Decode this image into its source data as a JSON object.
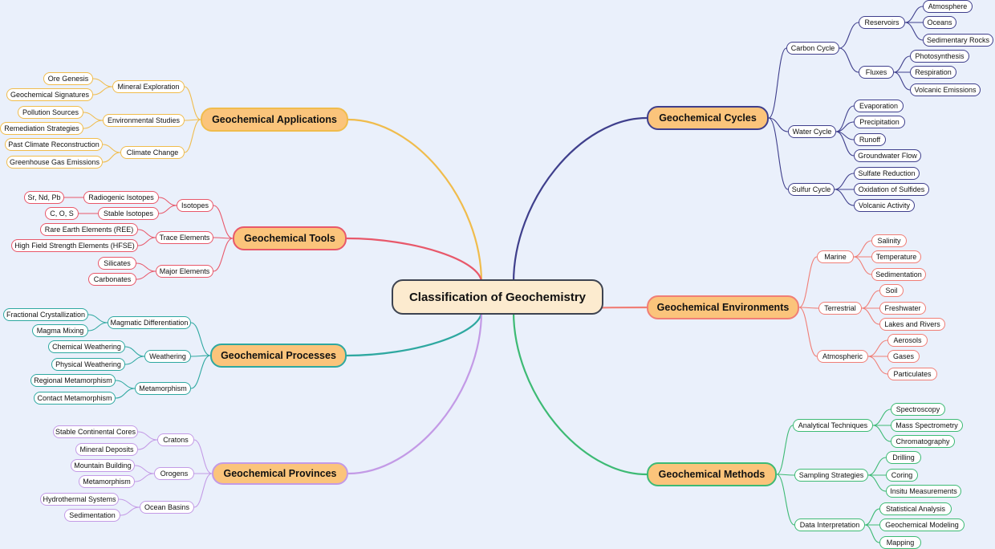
{
  "center": {
    "label": "Classification of Geochemistry"
  },
  "branches": [
    {
      "key": "applications",
      "label": "Geochemical Applications",
      "color": "#f0bc4c",
      "children": [
        {
          "key": "mineral",
          "label": "Mineral Exploration",
          "children": [
            {
              "key": "ore",
              "label": "Ore Genesis"
            },
            {
              "key": "sig",
              "label": "Geochemical Signatures"
            }
          ]
        },
        {
          "key": "env",
          "label": "Environmental Studies",
          "children": [
            {
              "key": "poll",
              "label": "Pollution Sources"
            },
            {
              "key": "remed",
              "label": "Remediation Strategies"
            }
          ]
        },
        {
          "key": "climate",
          "label": "Climate Change",
          "children": [
            {
              "key": "past",
              "label": "Past Climate Reconstruction"
            },
            {
              "key": "ghg",
              "label": "Greenhouse Gas Emissions"
            }
          ]
        }
      ]
    },
    {
      "key": "tools",
      "label": "Geochemical Tools",
      "color": "#e8586a",
      "children": [
        {
          "key": "isotopes",
          "label": "Isotopes",
          "children": [
            {
              "key": "radio",
              "label": "Radiogenic Isotopes"
            },
            {
              "key": "stable",
              "label": "Stable Isotopes"
            }
          ]
        },
        {
          "key": "trace",
          "label": "Trace Elements",
          "children": [
            {
              "key": "ree",
              "label": "Rare Earth Elements (REE)"
            },
            {
              "key": "hfse",
              "label": "High Field Strength Elements (HFSE)"
            }
          ]
        },
        {
          "key": "major",
          "label": "Major Elements",
          "children": [
            {
              "key": "silicates",
              "label": "Silicates"
            },
            {
              "key": "carbonates",
              "label": "Carbonates"
            }
          ]
        }
      ]
    },
    {
      "key": "processes",
      "label": "Geochemical Processes",
      "color": "#2ea8a0",
      "children": [
        {
          "key": "magdiff",
          "label": "Magmatic Differentiation",
          "children": [
            {
              "key": "fraccry",
              "label": "Fractional Crystallization"
            },
            {
              "key": "magmix",
              "label": "Magma Mixing"
            }
          ]
        },
        {
          "key": "weathering",
          "label": "Weathering",
          "children": [
            {
              "key": "chemw",
              "label": "Chemical Weathering"
            },
            {
              "key": "physw",
              "label": "Physical Weathering"
            }
          ]
        },
        {
          "key": "metamorphism",
          "label": "Metamorphism",
          "children": [
            {
              "key": "regmet",
              "label": "Regional Metamorphism"
            },
            {
              "key": "conmet",
              "label": "Contact Metamorphism"
            }
          ]
        }
      ]
    },
    {
      "key": "provinces",
      "label": "Geochemical Provinces",
      "color": "#c39ae6",
      "children": [
        {
          "key": "cratons",
          "label": "Cratons",
          "children": [
            {
              "key": "stablecc",
              "label": "Stable Continental Cores"
            },
            {
              "key": "mindep",
              "label": "Mineral Deposits"
            }
          ]
        },
        {
          "key": "orogens",
          "label": "Orogens",
          "children": [
            {
              "key": "mtnb",
              "label": "Mountain Building"
            },
            {
              "key": "meta2",
              "label": "Metamorphism"
            }
          ]
        },
        {
          "key": "oceanb",
          "label": "Ocean Basins",
          "children": [
            {
              "key": "hydro",
              "label": "Hydrothermal Systems"
            },
            {
              "key": "sedim2",
              "label": "Sedimentation"
            }
          ]
        }
      ]
    },
    {
      "key": "cycles",
      "label": "Geochemical Cycles",
      "color": "#3f3f8c",
      "children": [
        {
          "key": "carbon",
          "label": "Carbon Cycle",
          "children": [
            {
              "key": "reservoirs",
              "label": "Reservoirs",
              "children": [
                {
                  "key": "atmos",
                  "label": "Atmosphere"
                },
                {
                  "key": "oceans",
                  "label": "Oceans"
                },
                {
                  "key": "sedrocks",
                  "label": "Sedimentary Rocks"
                }
              ]
            },
            {
              "key": "fluxes",
              "label": "Fluxes",
              "children": [
                {
                  "key": "photo",
                  "label": "Photosynthesis"
                },
                {
                  "key": "resp",
                  "label": "Respiration"
                },
                {
                  "key": "volcem",
                  "label": "Volcanic Emissions"
                }
              ]
            }
          ]
        },
        {
          "key": "water",
          "label": "Water Cycle",
          "children": [
            {
              "key": "evap",
              "label": "Evaporation"
            },
            {
              "key": "precip",
              "label": "Precipitation"
            },
            {
              "key": "runoff",
              "label": "Runoff"
            },
            {
              "key": "gwflow",
              "label": "Groundwater Flow"
            }
          ]
        },
        {
          "key": "sulfur",
          "label": "Sulfur Cycle",
          "children": [
            {
              "key": "sulfred",
              "label": "Sulfate Reduction"
            },
            {
              "key": "oxsulf",
              "label": "Oxidation of Sulfides"
            },
            {
              "key": "volcact",
              "label": "Volcanic Activity"
            }
          ]
        }
      ]
    },
    {
      "key": "environments",
      "label": "Geochemical Environments",
      "color": "#f07e76",
      "children": [
        {
          "key": "marine",
          "label": "Marine",
          "children": [
            {
              "key": "salinity",
              "label": "Salinity"
            },
            {
              "key": "temp",
              "label": "Temperature"
            },
            {
              "key": "sedim",
              "label": "Sedimentation"
            }
          ]
        },
        {
          "key": "terrestrial",
          "label": "Terrestrial",
          "children": [
            {
              "key": "soil",
              "label": "Soil"
            },
            {
              "key": "fresh",
              "label": "Freshwater"
            },
            {
              "key": "lakes",
              "label": "Lakes and Rivers"
            }
          ]
        },
        {
          "key": "atmospheric",
          "label": "Atmospheric",
          "children": [
            {
              "key": "aero",
              "label": "Aerosols"
            },
            {
              "key": "gases",
              "label": "Gases"
            },
            {
              "key": "partic",
              "label": "Particulates"
            }
          ]
        }
      ]
    },
    {
      "key": "methods",
      "label": "Geochemical Methods",
      "color": "#3dba74",
      "children": [
        {
          "key": "analytical",
          "label": "Analytical Techniques",
          "children": [
            {
              "key": "spectro",
              "label": "Spectroscopy"
            },
            {
              "key": "massspec",
              "label": "Mass Spectrometry"
            },
            {
              "key": "chromato",
              "label": "Chromatography"
            }
          ]
        },
        {
          "key": "sampling",
          "label": "Sampling Strategies",
          "children": [
            {
              "key": "drilling",
              "label": "Drilling"
            },
            {
              "key": "coring",
              "label": "Coring"
            },
            {
              "key": "insitu",
              "label": "Insitu Measurements"
            }
          ]
        },
        {
          "key": "datainterp",
          "label": "Data Interpretation",
          "children": [
            {
              "key": "stat",
              "label": "Statistical Analysis"
            },
            {
              "key": "geomod",
              "label": "Geochemical Modeling"
            },
            {
              "key": "mapping",
              "label": "Mapping"
            }
          ]
        }
      ]
    }
  ],
  "leaf_sub": {
    "isotopes_radio": "Sr, Nd, Pb",
    "isotopes_stable": "C, O, S"
  }
}
